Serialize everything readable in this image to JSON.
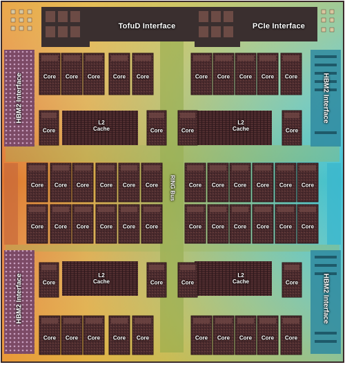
{
  "colors": {
    "die_top_left": "#e0b84f",
    "die_center": "#a7b86a",
    "die_right": "#41c1d2",
    "die_left": "#e2772f",
    "core_fill": "#4a2b2e",
    "cache_fill": "#3f2226",
    "interface_fill": "#3a2f2f"
  },
  "labels": {
    "tofud": "TofuD Interface",
    "pcie": "PCIe Interface",
    "hbm2": "HBM2 Interface",
    "l2_line1": "L2",
    "l2_line2": "Cache",
    "core": "Core",
    "ring": "RING Bus"
  },
  "core_ids": [
    "c1",
    "c2",
    "c3",
    "c4",
    "c5",
    "c6",
    "c7",
    "c8",
    "c9",
    "c10",
    "c11",
    "c12",
    "c13",
    "c14",
    "c15",
    "c16",
    "c17",
    "c18",
    "c19",
    "c20",
    "c21",
    "c22",
    "c23",
    "c24",
    "c25",
    "c26",
    "c27",
    "c28",
    "c29",
    "c30",
    "c31",
    "c32",
    "c33",
    "c34",
    "c35",
    "c36",
    "c37",
    "c38",
    "c39",
    "c40",
    "c41",
    "c42",
    "c43",
    "c44",
    "c45",
    "c46",
    "c47",
    "c48",
    "c49",
    "c50",
    "c51",
    "c52"
  ]
}
